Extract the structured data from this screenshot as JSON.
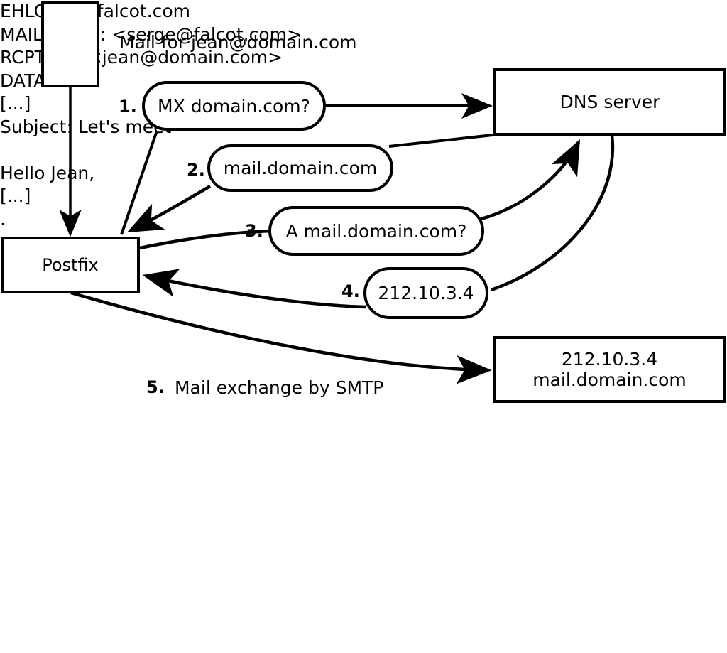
{
  "diagram": {
    "caption": "Mail for jean@domain.com",
    "nodes": {
      "client": {
        "label": ""
      },
      "dns_server": {
        "label": "DNS server"
      },
      "postfix": {
        "label": "Postfix"
      },
      "mail_server": {
        "line1": "212.10.3.4",
        "line2": "mail.domain.com"
      }
    },
    "steps": [
      {
        "num": "1.",
        "label": "MX domain.com?"
      },
      {
        "num": "2.",
        "label": "mail.domain.com"
      },
      {
        "num": "3.",
        "label": "A mail.domain.com?"
      },
      {
        "num": "4.",
        "label": "212.10.3.4"
      },
      {
        "num": "5.",
        "label": "Mail exchange by SMTP"
      }
    ],
    "smtp_transcript": [
      "EHLO mail.falcot.com",
      "MAIL FROM: <serge@falcot.com>",
      "RCPT TO: <jean@domain.com>",
      "DATA",
      "[...]",
      "Subject: Let's meet",
      "",
      "Hello Jean,",
      "[...]",
      "."
    ],
    "colors": {
      "stroke": "#000000",
      "fill": "#ffffff",
      "text": "#000000"
    }
  }
}
